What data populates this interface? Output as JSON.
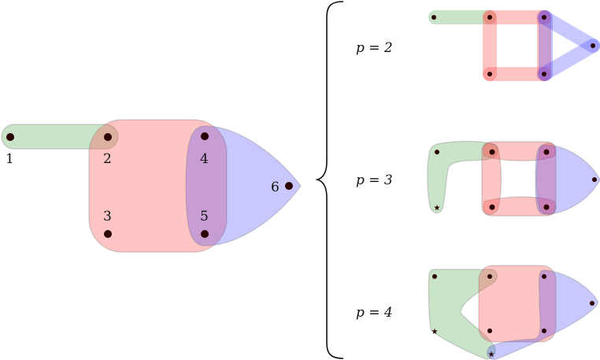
{
  "diagram": {
    "vertex_labels": [
      "1",
      "2",
      "3",
      "4",
      "5",
      "6"
    ],
    "cases": [
      {
        "label": "p = 2"
      },
      {
        "label": "p = 3"
      },
      {
        "label": "p = 4"
      }
    ],
    "colors": {
      "green": "#3a9a3a",
      "red": "#ff4d4d",
      "blue": "#3a3aff",
      "vertex": "#2a0000"
    }
  }
}
